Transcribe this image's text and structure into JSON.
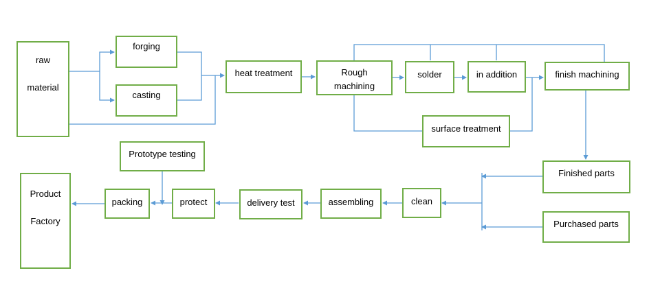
{
  "diagram": {
    "nodes": {
      "raw_material": [
        "raw",
        "material"
      ],
      "forging": "forging",
      "casting": "casting",
      "heat_treatment": "heat treatment",
      "rough_machining": [
        "Rough",
        "machining"
      ],
      "solder": "solder",
      "in_addition": "in addition",
      "finish_machining": "finish machining",
      "surface_treatment": "surface treatment",
      "finished_parts": "Finished parts",
      "purchased_parts": "Purchased parts",
      "clean": "clean",
      "assembling": "assembling",
      "delivery_test": "delivery test",
      "protect": "protect",
      "packing": "packing",
      "prototype_testing": "Prototype testing",
      "product_factory": [
        "Product",
        "Factory"
      ]
    },
    "colors": {
      "box_border": "#70ad47",
      "connector": "#5b9bd5"
    }
  }
}
